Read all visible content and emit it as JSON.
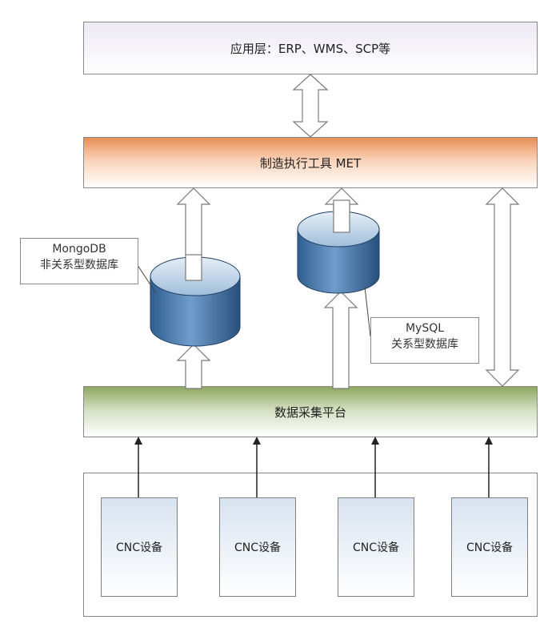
{
  "layers": {
    "application": "应用层：ERP、WMS、SCP等",
    "met": "制造执行工具 MET",
    "data_collection": "数据采集平台"
  },
  "databases": {
    "mongodb": {
      "name": "MongoDB",
      "desc": "非关系型数据库"
    },
    "mysql": {
      "name": "MySQL",
      "desc": "关系型数据库"
    }
  },
  "devices": [
    "CNC设备",
    "CNC设备",
    "CNC设备",
    "CNC设备"
  ],
  "colors": {
    "application": "#ece9f3",
    "met": "#e98f56",
    "data_collection": "#8ea860",
    "device": "#d8e3f0",
    "database_dark": "#3d6e9c",
    "database_light": "#a7c3dd"
  }
}
